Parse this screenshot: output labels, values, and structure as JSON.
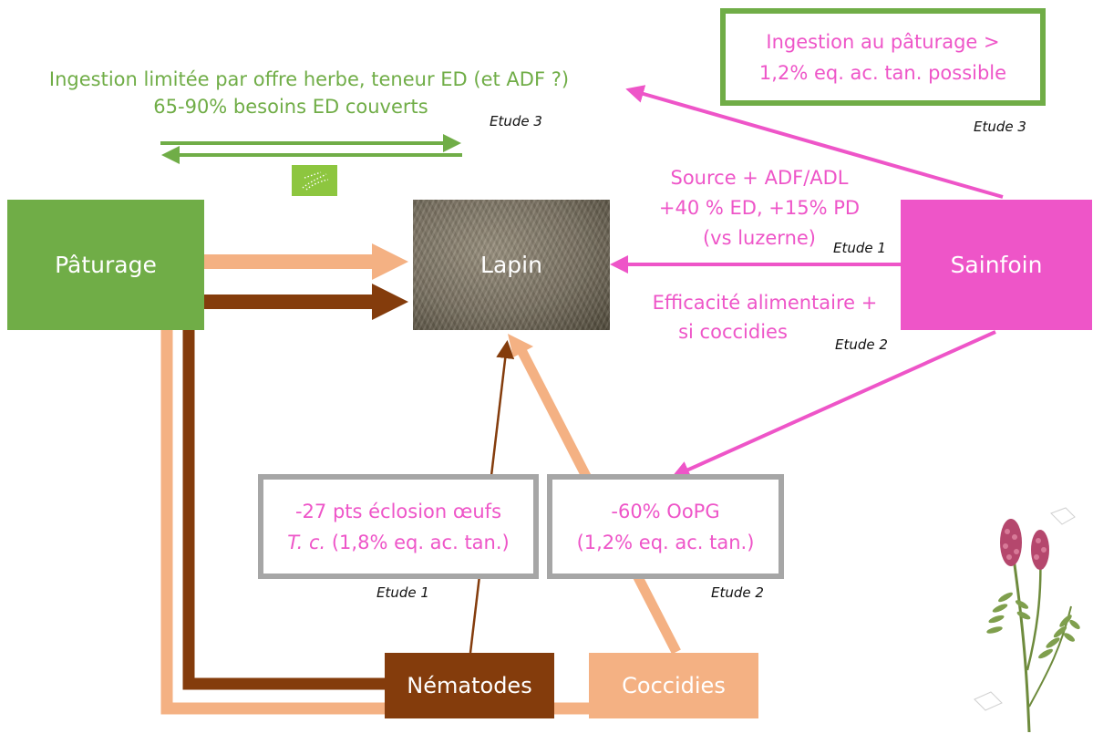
{
  "nodes": {
    "paturage": "Pâturage",
    "lapin": "Lapin",
    "sainfoin": "Sainfoin",
    "nematodes": "Nématodes",
    "coccidies": "Coccidies"
  },
  "top_left": {
    "line1": "Ingestion limitée par offre herbe, teneur ED (et ADF ?)",
    "line2": "65-90% besoins ED couverts",
    "etude": "Etude 3"
  },
  "top_right_box": {
    "line1": "Ingestion au pâturage >",
    "line2": "1,2% eq. ac. tan.  possible",
    "etude": "Etude 3"
  },
  "sainfoin_lapin_label": {
    "line1": "Source + ADF/ADL",
    "line2": "+40 % ED, +15% PD",
    "line3": "(vs luzerne)",
    "etude": "Etude 1"
  },
  "efficacite_label": {
    "line1": "Efficacité alimentaire +",
    "line2": "si coccidies",
    "etude": "Etude 2"
  },
  "eclosion_box": {
    "line1": "-27 pts éclosion œufs",
    "line2_italic": "T. c.",
    "line2_rest": " (1,8% eq. ac. tan.)",
    "etude": "Etude 1"
  },
  "oopg_box": {
    "line1": "-60% OoPG",
    "line2": "(1,2% eq. ac. tan.)",
    "etude": "Etude 2"
  },
  "colors": {
    "green": "#70ad47",
    "pink": "#ee55c8",
    "dark_brown": "#843c0c",
    "light_orange": "#f4b183",
    "gray_border": "#a6a6a6"
  }
}
